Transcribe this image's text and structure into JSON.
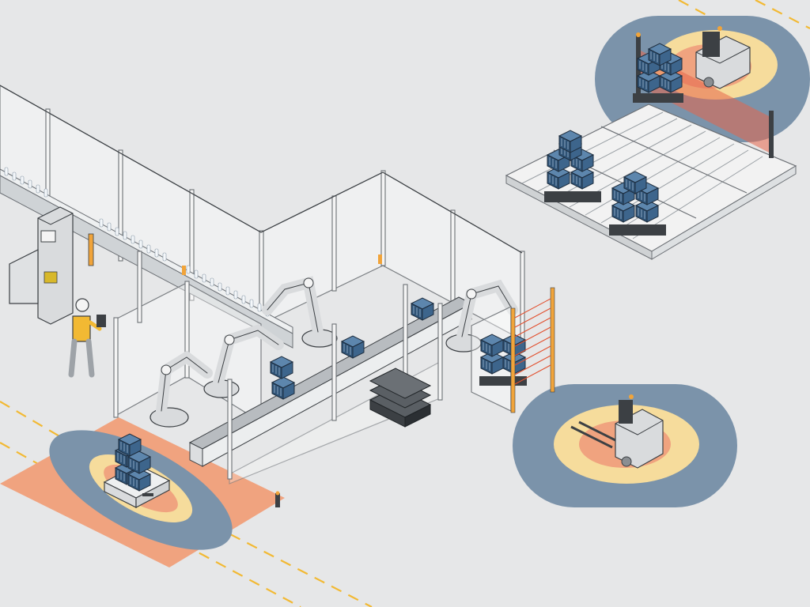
{
  "colors": {
    "background": "#e6e7e8",
    "zone_outer_blue": "#7b93aa",
    "zone_warning_yellow": "#f6dc9c",
    "zone_protective_orange": "#f0a37f",
    "zone_critical_red": "#e5664a",
    "floor_marking_yellow": "#f2b933",
    "crate_blue": "#2f5376",
    "crate_blue_light": "#5d86ad",
    "machine_grey": "#d9dbdd",
    "stroke_dark": "#3c4044",
    "safety_light_amber": "#f1a43a",
    "light_curtain_red": "#e2502f"
  },
  "scene": {
    "description_elements": [
      "perimeter-safety-fence",
      "bottle-conveyor",
      "control-cabinet",
      "operator-with-safety-controller",
      "robot-arm-left",
      "robot-arm-center",
      "robot-arm-right",
      "crate-conveyor",
      "light-curtain",
      "agv-with-crates",
      "automated-forklift-right",
      "automated-forklift-top",
      "pallet-roller-conveyor",
      "empty-pallet-stack"
    ],
    "icons": [
      "bottle-icon",
      "crate-icon",
      "robot-arm-icon",
      "forklift-icon",
      "agv-icon",
      "stack-light-icon",
      "safety-scanner-icon",
      "worker-icon"
    ]
  }
}
